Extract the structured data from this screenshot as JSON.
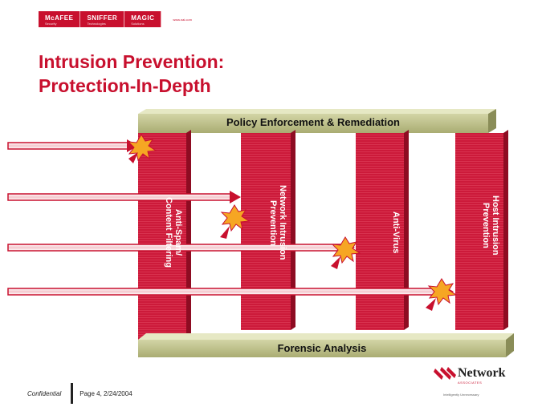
{
  "brand": {
    "tabs": [
      {
        "name": "McAFEE",
        "sub": "Security"
      },
      {
        "name": "SNIFFER",
        "sub": "Technologies"
      },
      {
        "name": "MAGIC",
        "sub": "Solutions"
      }
    ],
    "url": "www.nai.com"
  },
  "title": {
    "line1": "Intrusion Prevention:",
    "line2": "Protection-In-Depth"
  },
  "diagram": {
    "top_bar": "Policy Enforcement & Remediation",
    "bottom_bar": "Forensic Analysis",
    "columns": [
      "Anti-Spam/\nContent Filtering",
      "Network Intrusion\nPrevention",
      "Anti-Virus",
      "Host Intrusion\nPrevention"
    ],
    "colors": {
      "accent": "#c8102e",
      "column": "#cc1a3a",
      "column_dark": "#8e0c22",
      "bar": "#bcbf8c",
      "bar_dark": "#7d8050",
      "burst": "#f6a623"
    }
  },
  "footer": {
    "confidential": "Confidential",
    "page": "Page 4,  2/24/2004"
  },
  "logo": {
    "word": "Network",
    "sub": "ASSOCIATES",
    "tag": "Intelligently Unnecessary"
  }
}
